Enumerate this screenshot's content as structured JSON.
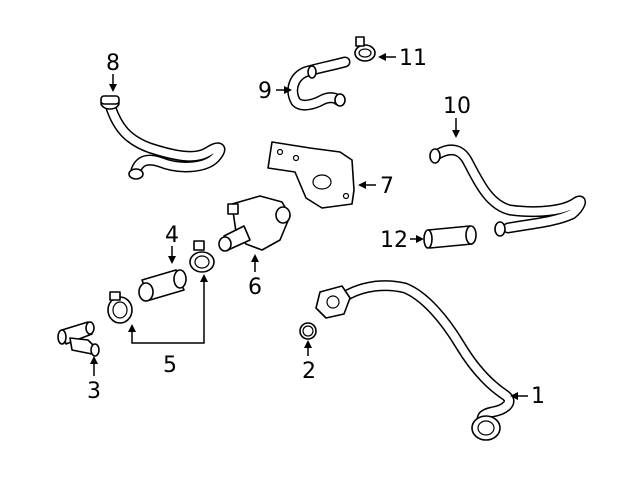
{
  "diagram": {
    "callouts": {
      "p1": "1",
      "p2": "2",
      "p3": "3",
      "p4": "4",
      "p5": "5",
      "p6": "6",
      "p7": "7",
      "p8": "8",
      "p9": "9",
      "p10": "10",
      "p11": "11",
      "p12": "12"
    }
  }
}
